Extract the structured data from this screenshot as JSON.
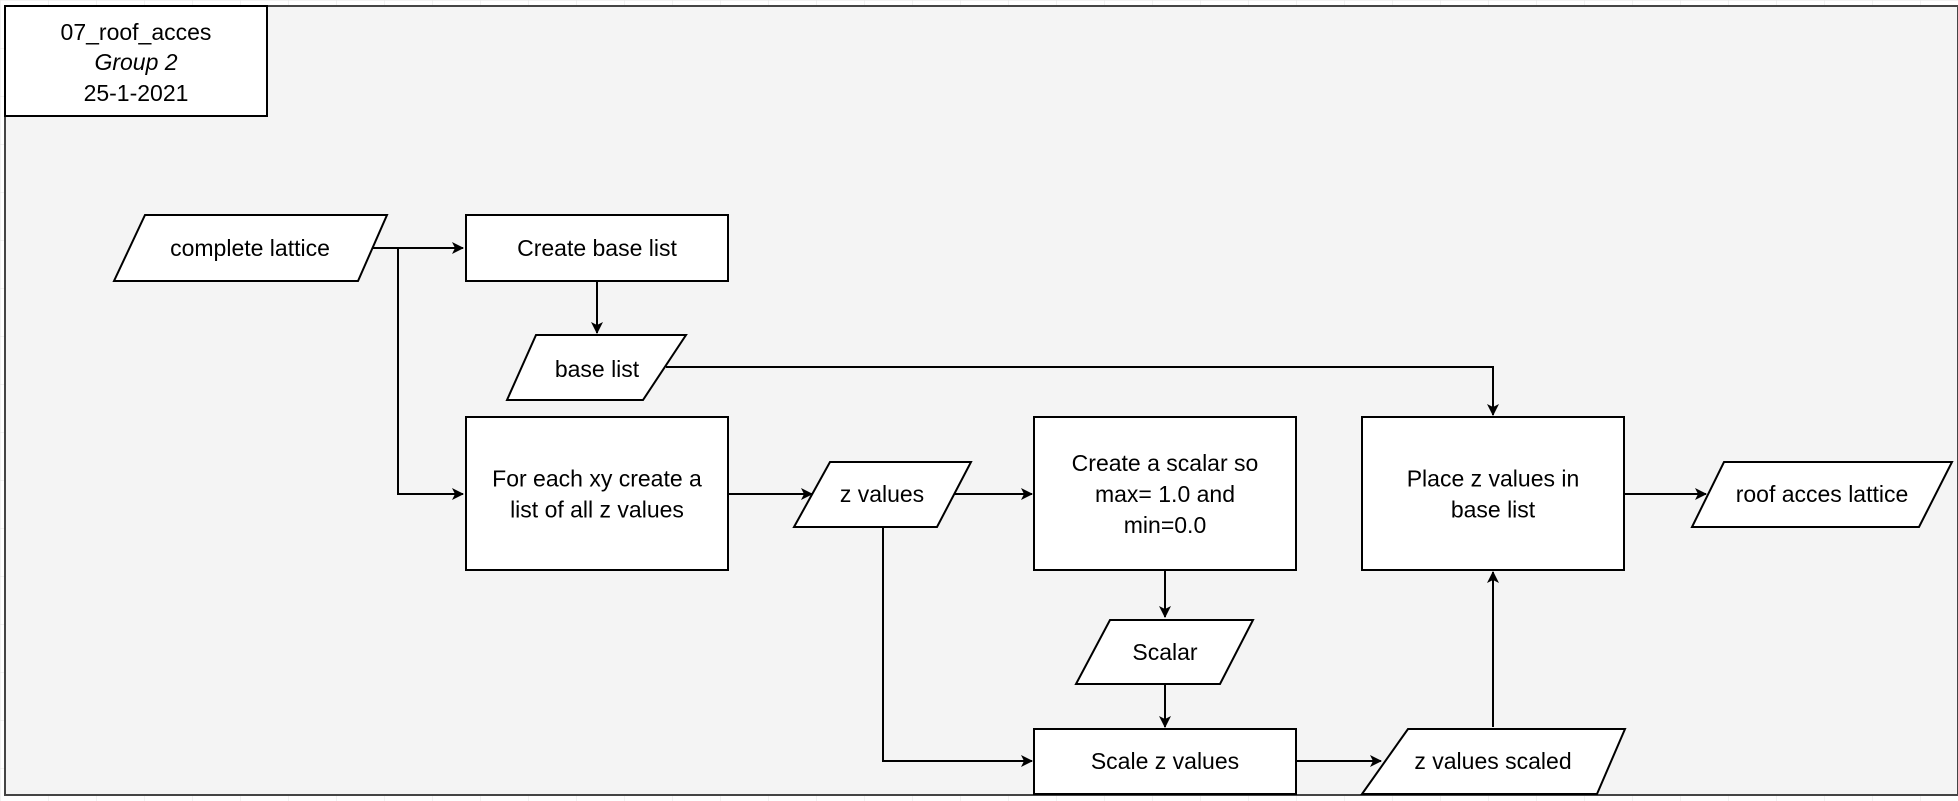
{
  "title_block": {
    "name": "07_roof_acces",
    "group": "Group 2",
    "date": "25-1-2021"
  },
  "nodes": {
    "complete_lattice": [
      "complete lattice"
    ],
    "create_base_list": [
      "Create base list"
    ],
    "base_list": [
      "base list"
    ],
    "for_each_xy": [
      "For each xy create a",
      "list of all z values"
    ],
    "z_values": [
      "z values"
    ],
    "create_scalar": [
      "Create a scalar so",
      "max= 1.0 and",
      "min=0.0"
    ],
    "scalar": [
      "Scalar"
    ],
    "scale_z_values": [
      "Scale z values"
    ],
    "z_values_scaled": [
      "z values scaled"
    ],
    "place_z_values": [
      "Place z values in",
      "base list"
    ],
    "roof_acces_lattice": [
      "roof acces lattice"
    ]
  },
  "colors": {
    "canvas": "#f4f4f4",
    "grid": "#e3e3e3",
    "stroke": "#000000",
    "shape_fill": "#ffffff"
  }
}
